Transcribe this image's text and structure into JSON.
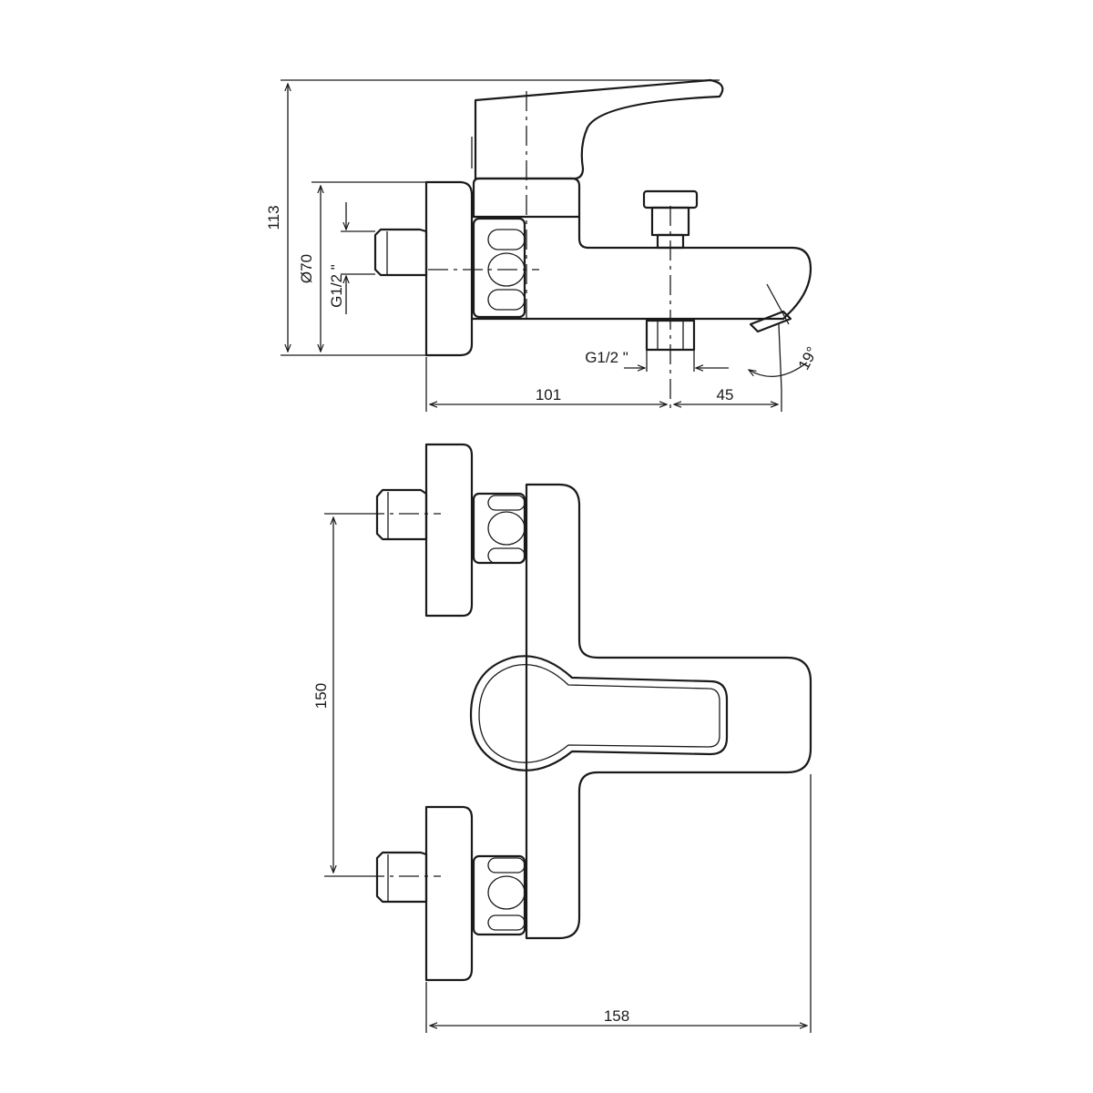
{
  "dimensions": {
    "height_total": "113",
    "diameter_rosette": "Ø70",
    "thread_inlet": "G1/2 \"",
    "thread_outlet": "G1/2 \"",
    "angle_spout": "19°",
    "length_to_outlet": "101",
    "length_outlet_to_tip": "45",
    "inlet_spacing": "150",
    "total_depth": "158"
  }
}
